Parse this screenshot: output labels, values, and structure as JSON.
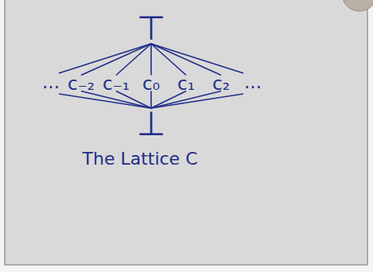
{
  "diagram": {
    "caption": "The Lattice C",
    "nodes": [
      {
        "text": [
          "⊤"
        ]
      },
      {
        "text": [
          "c₋₂"
        ]
      },
      {
        "text": [
          "c₋₁"
        ]
      },
      {
        "text": [
          "c₀"
        ]
      },
      {
        "text": [
          "c₁"
        ]
      },
      {
        "text": [
          "c₂"
        ]
      },
      {
        "text": [
          "⊥"
        ]
      }
    ],
    "edges": [
      {
        "from": 0,
        "to": 1,
        "arrow": "none"
      },
      {
        "from": 0,
        "to": 2,
        "arrow": "none"
      },
      {
        "from": 0,
        "to": 3,
        "arrow": "none"
      },
      {
        "from": 0,
        "to": 4,
        "arrow": "none"
      },
      {
        "from": 0,
        "to": 5,
        "arrow": "none"
      },
      {
        "from": 1,
        "to": 6,
        "arrow": "none"
      },
      {
        "from": 2,
        "to": 6,
        "arrow": "none"
      },
      {
        "from": 3,
        "to": 6,
        "arrow": "none"
      },
      {
        "from": 4,
        "to": 6,
        "arrow": "none"
      },
      {
        "from": 5,
        "to": 6,
        "arrow": "none"
      }
    ],
    "labels": [
      "...",
      "..."
    ]
  }
}
